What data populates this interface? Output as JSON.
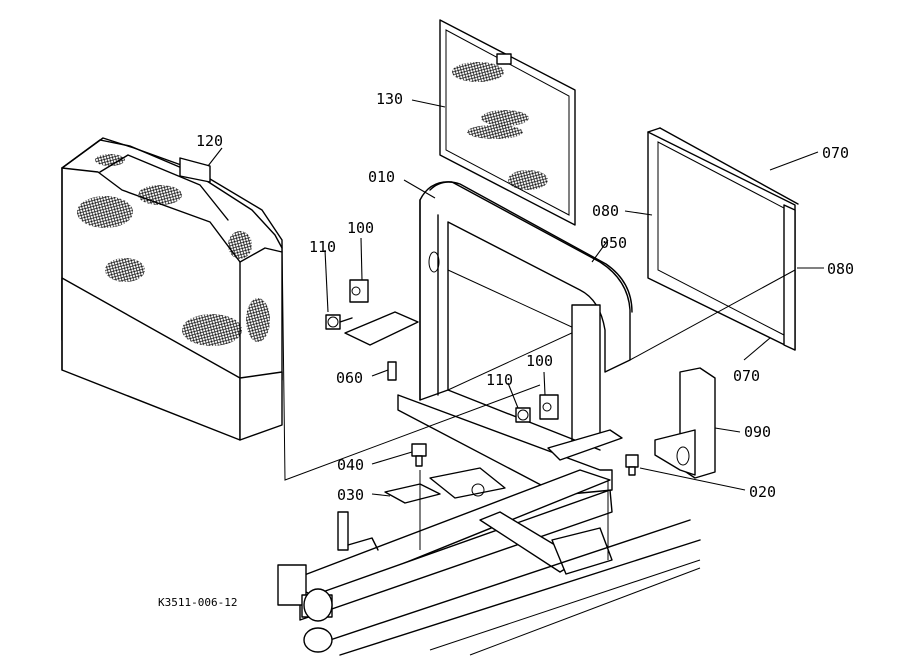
{
  "drawing_code": "K3511-006-12",
  "callouts": {
    "c130": "130",
    "c120": "120",
    "c010": "010",
    "c100a": "100",
    "c110a": "110",
    "c050": "050",
    "c080a": "080",
    "c070a": "070",
    "c080b": "080",
    "c070b": "070",
    "c060": "060",
    "c110b": "110",
    "c100b": "100",
    "c090": "090",
    "c040": "040",
    "c030": "030",
    "c020": "020"
  }
}
